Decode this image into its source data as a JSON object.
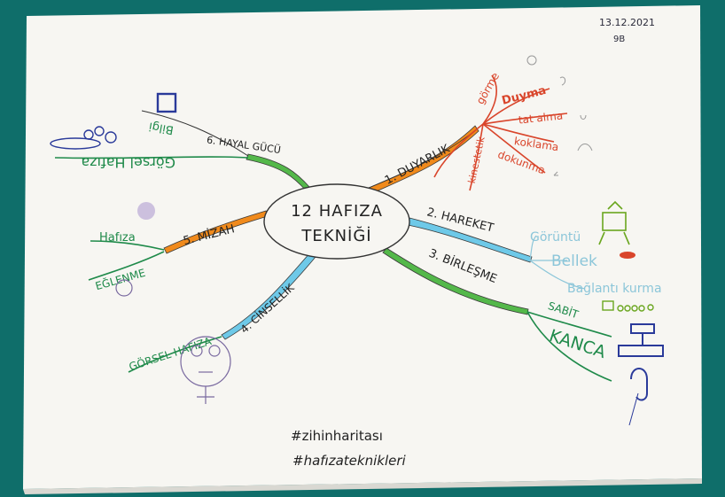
{
  "header": {
    "date": "13.12.2021",
    "class": "9B"
  },
  "center": {
    "line1": "12 HAFIZA",
    "line2": "TEKNİĞİ"
  },
  "colors": {
    "background": "#0f6e6a",
    "paper": "#f7f6f2",
    "orange": "#f08a1c",
    "green": "#54b84a",
    "blue": "#6ec9e8",
    "red": "#d9452b",
    "darkgreen": "#1f8a4a",
    "navy": "#2a3a9a"
  },
  "branches": {
    "duyarlik": {
      "label": "1. DUYARLIK",
      "sub": [
        "görme",
        "Duyma",
        "tat alma",
        "koklama",
        "dokunma",
        "kinestetik"
      ]
    },
    "hareket": {
      "label": "2. HAREKET",
      "sub": [
        "Görüntü",
        "Bellek",
        "Bağlantı kurma"
      ]
    },
    "birlesme": {
      "label": "3. BİRLEŞME",
      "sub": [
        "SABİT",
        "KANCA"
      ]
    },
    "cinsellik": {
      "label": "4. CİNSELLİK",
      "sub": [
        "GÖRSEL HAFIZA"
      ]
    },
    "mizah": {
      "label": "5. MİZAH",
      "sub": [
        "Hafıza",
        "EĞLENME"
      ]
    },
    "hayal": {
      "label": "6. HAYAL GÜCÜ",
      "sub": [
        "Bilgi",
        "Görsel Hafıza"
      ]
    }
  },
  "hashtags": [
    "#zihinharitası",
    "#hafızateknikleri"
  ]
}
